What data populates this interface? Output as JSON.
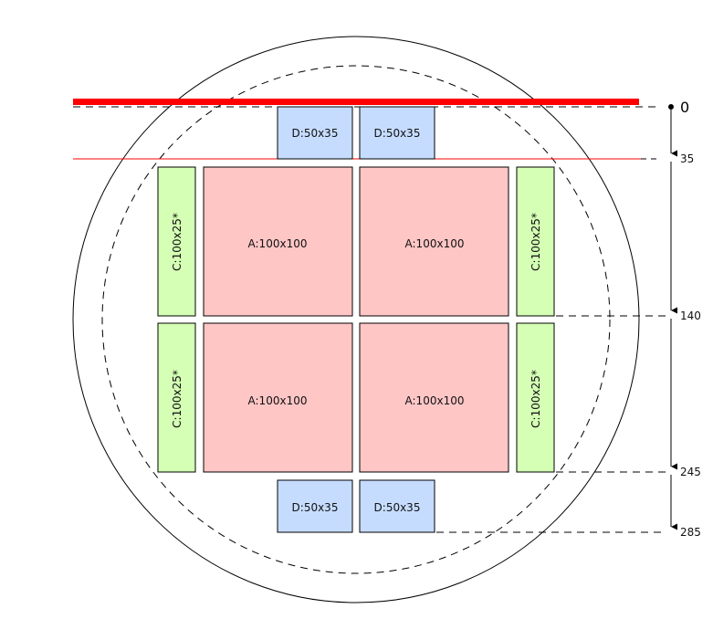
{
  "diagram": {
    "blocks": {
      "a_label": "A:100x100",
      "c_label": "C:100x25*",
      "d_label": "D:50x35"
    },
    "scale": {
      "ticks": [
        "0",
        "35",
        "140",
        "245",
        "285"
      ]
    },
    "colors": {
      "a_fill": "#ffc6c6",
      "c_fill": "#d4ffb4",
      "d_fill": "#c6dcff",
      "cut_line": "#ff0000"
    }
  }
}
